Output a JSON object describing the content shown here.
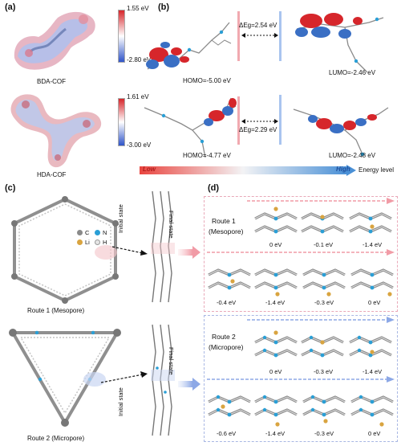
{
  "panels": {
    "a": "(a)",
    "b": "(b)",
    "c": "(c)",
    "d": "(d)"
  },
  "panel_a": {
    "bda_label": "BDA-COF",
    "hda_label": "HDA-COF",
    "bda_scale_max": "1.55 eV",
    "bda_scale_min": "-2.80 eV",
    "hda_scale_max": "1.61 eV",
    "hda_scale_min": "-3.00 eV"
  },
  "panel_b": {
    "bda_homo": "HOMO=-5.00 eV",
    "bda_lumo": "LUMO=-2.46 eV",
    "bda_gap": "ΔEg=2.54 eV",
    "hda_homo": "HOMO=-4.77 eV",
    "hda_lumo": "LUMO=-2.48 eV",
    "hda_gap": "ΔEg=2.29 eV",
    "bar_low": "Low",
    "bar_high": "High",
    "energy_level": "Energy level"
  },
  "panel_c": {
    "route1": "Route 1 (Mesopore)",
    "route2": "Route 2 (Micropore)",
    "initial_state": "Initial state",
    "final_state": "Final state",
    "legend": {
      "c": "C",
      "n": "N",
      "li": "Li",
      "h": "H"
    }
  },
  "panel_d": {
    "route1_title": "Route 1",
    "route1_sub": "(Mesopore)",
    "route2_title": "Route 2",
    "route2_sub": "(Micropore)",
    "route1_top": [
      "0 eV",
      "-0.1 eV",
      "-1.4 eV"
    ],
    "route1_bottom": [
      "-0.4 eV",
      "-1.4 eV",
      "-0.3 eV",
      "0 eV"
    ],
    "route2_top": [
      "0 eV",
      "-0.3 eV",
      "-1.4 eV"
    ],
    "route2_bottom": [
      "-0.6 eV",
      "-1.4 eV",
      "-0.3 eV",
      "0 eV"
    ]
  },
  "colors": {
    "red": "#d6262b",
    "blue": "#3a6fc4",
    "pink_dash": "#e9a8b8",
    "blue_dash": "#a9b8e4",
    "carbon": "#8a8a8a",
    "nitrogen": "#2a9fd6",
    "lithium": "#d9a440"
  }
}
